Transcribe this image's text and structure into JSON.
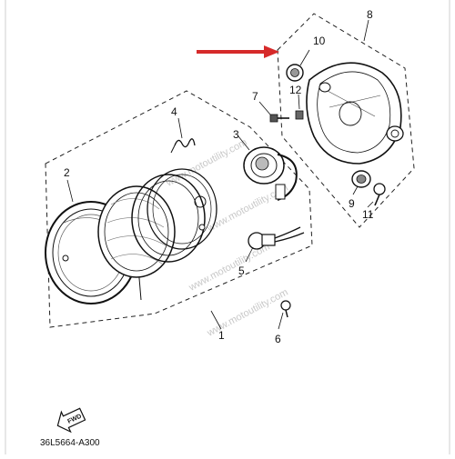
{
  "diagram": {
    "callouts": {
      "n1": "1",
      "n2": "2",
      "n3": "3",
      "n4": "4",
      "n5": "5",
      "n6": "6",
      "n7": "7",
      "n8": "8",
      "n9": "9",
      "n10": "10",
      "n11": "11",
      "n12": "12"
    },
    "fwd_label": "FWD",
    "drawing_code": "36L5664-A300",
    "watermark": "www.motoutility.com",
    "highlight_color": "#d62a2a"
  }
}
